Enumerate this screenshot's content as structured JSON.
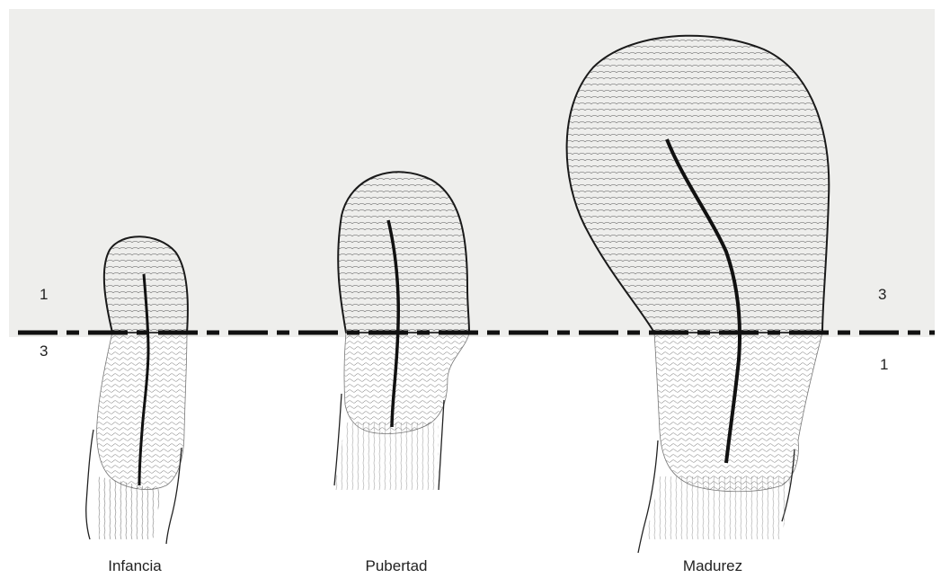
{
  "figure": {
    "stages": [
      {
        "label": "Infancia"
      },
      {
        "label": "Pubertad"
      },
      {
        "label": "Madurez"
      }
    ],
    "ratio_labels": {
      "left_top": "1",
      "left_bottom": "3",
      "right_top": "3",
      "right_bottom": "1"
    }
  },
  "colors": {
    "background": "#ffffff",
    "paper": "#f2f2ef",
    "ink": "#1a1a1a",
    "dashed_line": "#111111"
  }
}
